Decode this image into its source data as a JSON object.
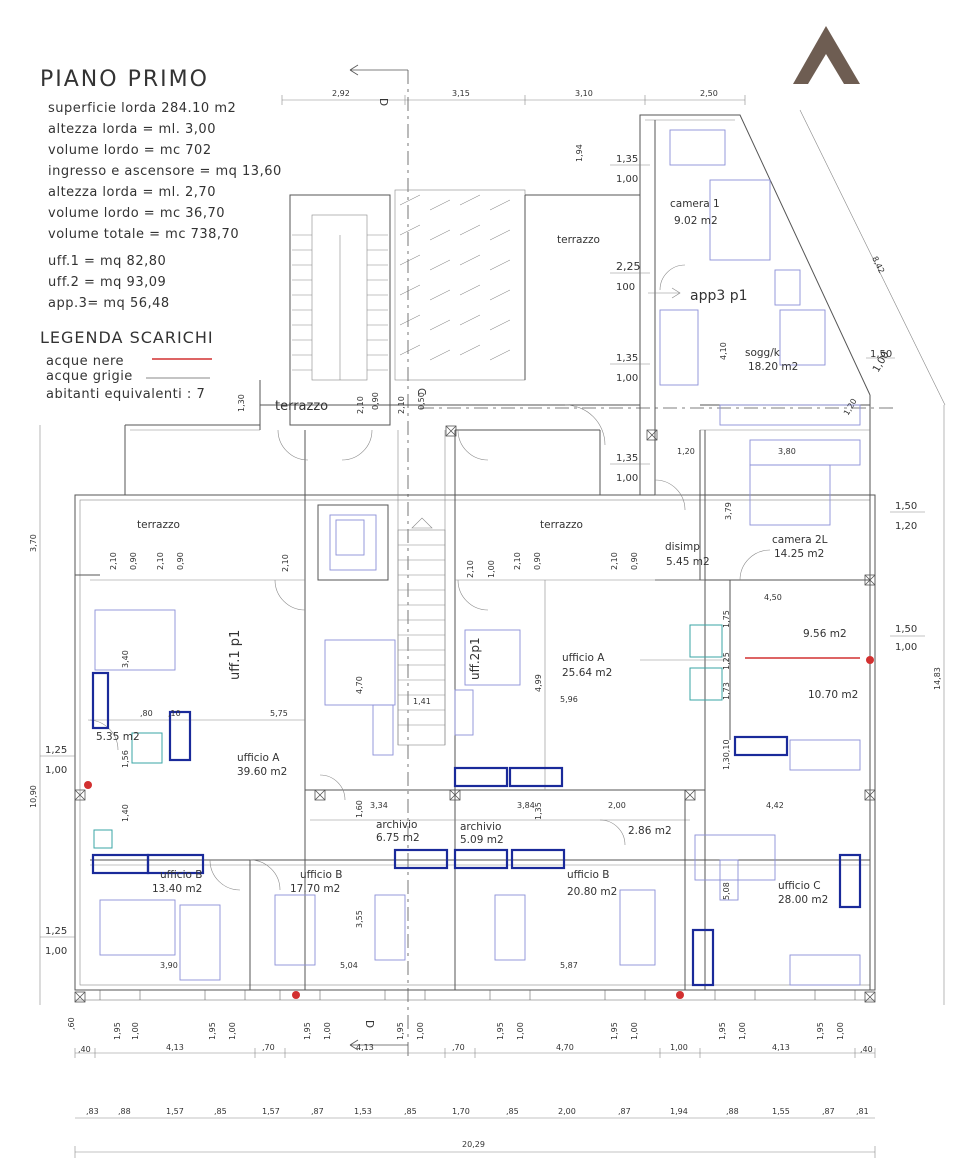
{
  "header": {
    "title": "PIANO PRIMO",
    "info_lines": [
      "superficie lorda  284.10 m2",
      "altezza lorda = ml. 3,00",
      "volume lordo = mc 702",
      "ingresso e ascensore = mq 13,60",
      "altezza lorda = ml. 2,70",
      "volume lordo = mc 36,70",
      "volume totale = mc 738,70",
      "uff.1 = mq 82,80",
      "uff.2 = mq 93,09",
      "app.3= mq 56,48"
    ]
  },
  "legend": {
    "title": "LEGENDA SCARICHI",
    "items": [
      {
        "label": "acque nere",
        "color": "#d23030"
      },
      {
        "label": "acque grigie",
        "color": "#888888"
      }
    ],
    "abitanti": "abitanti equivalenti : 7"
  },
  "rooms": [
    {
      "id": "terrazzo-top-center",
      "lines": [
        "terrazzo"
      ]
    },
    {
      "id": "camera-1",
      "lines": [
        "camera 1",
        "9.02 m2"
      ]
    },
    {
      "id": "app3",
      "lines": [
        "app3  p1"
      ]
    },
    {
      "id": "soggk",
      "lines": [
        "sogg/k",
        "18.20 m2"
      ]
    },
    {
      "id": "terrazzo-upper-left",
      "lines": [
        "terrazzo"
      ]
    },
    {
      "id": "terrazzo-left",
      "lines": [
        "terrazzo"
      ]
    },
    {
      "id": "terrazzo-mid",
      "lines": [
        "terrazzo"
      ]
    },
    {
      "id": "disimp",
      "lines": [
        "disimp",
        "5.45 m2"
      ]
    },
    {
      "id": "camera-2l",
      "lines": [
        "camera 2L",
        "14.25 m2"
      ]
    },
    {
      "id": "bagno-1",
      "lines": [
        "9.56 m2"
      ]
    },
    {
      "id": "bagno-2",
      "lines": [
        "10.70 m2"
      ]
    },
    {
      "id": "uff1",
      "lines": [
        "uff.1 p1"
      ]
    },
    {
      "id": "uff2",
      "lines": [
        "uff.2p1"
      ]
    },
    {
      "id": "ufficio-a-right",
      "lines": [
        "ufficio A",
        "25.64 m2"
      ]
    },
    {
      "id": "small-535",
      "lines": [
        "5.35 m2"
      ]
    },
    {
      "id": "ufficio-a-left",
      "lines": [
        "ufficio A",
        "39.60 m2"
      ]
    },
    {
      "id": "archivio-1",
      "lines": [
        "archivio",
        "6.75 m2"
      ]
    },
    {
      "id": "archivio-2",
      "lines": [
        "archivio",
        "5.09 m2"
      ]
    },
    {
      "id": "small-286",
      "lines": [
        "2.86 m2"
      ]
    },
    {
      "id": "ufficio-b-left-small",
      "lines": [
        "ufficio B",
        "13.40 m2"
      ]
    },
    {
      "id": "ufficio-b-1770",
      "lines": [
        "ufficio B",
        "17.70 m2"
      ]
    },
    {
      "id": "ufficio-b-2080",
      "lines": [
        "ufficio B",
        "20.80 m2"
      ]
    },
    {
      "id": "ufficio-c",
      "lines": [
        "ufficio C",
        "28.00 m2"
      ]
    }
  ],
  "section_marks": {
    "top": "D",
    "bottom": "D",
    "side": "C"
  },
  "top_dims": [
    "2,92",
    "3,15",
    "3,10",
    "2,50"
  ],
  "diagonal_dims": [
    "8,42"
  ],
  "dims_bottom_1": [
    "4,13",
    ",70",
    "4,13",
    ",70",
    "4,70",
    "1,00",
    "4,13"
  ],
  "dims_bottom_edges": [
    ",40",
    ",40",
    ",60"
  ],
  "dims_bottom_2": [
    ",83",
    ",88",
    "1,57",
    ",85",
    "1,57",
    ",87",
    "1,53",
    ",85",
    "1,70",
    ",85",
    "2,00",
    ",87",
    "1,94",
    ",88",
    "1,55",
    ",87",
    ",81"
  ],
  "total_dim": "20,29",
  "side_dims_left": [
    "3,70",
    "10,90"
  ],
  "side_dims_right": [
    "14,83"
  ],
  "window_pairs_left": [
    [
      "1,25",
      "1,00"
    ],
    [
      "1,25",
      "1,00"
    ]
  ],
  "window_pairs_right": [
    [
      "1,50",
      "1,20"
    ],
    [
      "1,50",
      "1,00"
    ],
    [
      "1,50",
      "1,00"
    ]
  ],
  "window_pairs_center": [
    [
      "1,35",
      "1,00"
    ],
    [
      "2,25",
      "100"
    ],
    [
      "1,35",
      "1,00"
    ],
    [
      "1,35",
      "1,00"
    ]
  ],
  "bottom_windows": [
    [
      "1,95",
      "1,00"
    ],
    [
      "1,95",
      "1,00"
    ],
    [
      "1,95",
      "1,00"
    ],
    [
      "1,95",
      "1,00"
    ],
    [
      "1,95",
      "1,00"
    ],
    [
      "1,95",
      "1,00"
    ],
    [
      "1,95",
      "1,00"
    ],
    [
      "1,95",
      "1,00"
    ]
  ],
  "inner_dims": [
    "1,94",
    "4,10",
    "3,79",
    "1,20",
    "3,80",
    "4,50",
    "5,75",
    "4,70",
    "1,41",
    "4,99",
    "5,96",
    "3,40",
    "3,34",
    "3,84",
    "2,00",
    "4,42",
    "3,90",
    "5,04",
    "5,87",
    "3,55",
    "5,08",
    "1,60",
    "1,35",
    "1,30",
    "0,90",
    "0,50",
    "2,10",
    "1,20",
    "1,56",
    "1,40",
    ",80",
    ",10",
    "1,75",
    "1,73",
    "1,25",
    "1,30,10"
  ],
  "door_labels_left": [
    [
      "2,10",
      "0,90"
    ],
    [
      "2,10",
      "0,90"
    ]
  ],
  "door_labels_mid": [
    [
      "2,10",
      "1,00"
    ],
    [
      "2,10",
      "0,90"
    ],
    [
      "2,10",
      "0,90"
    ]
  ],
  "door_labels_single": [
    "2,10",
    "2,10"
  ]
}
